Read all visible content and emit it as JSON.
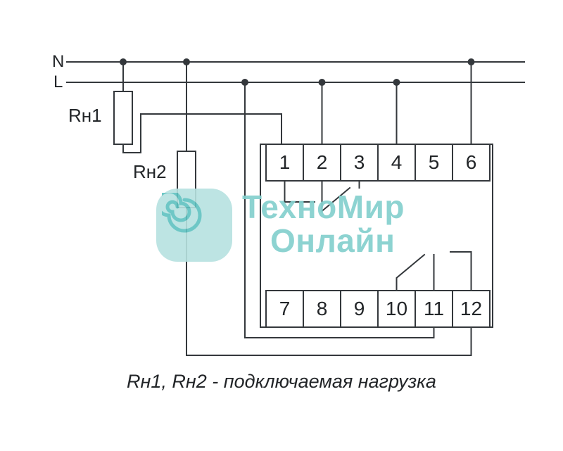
{
  "power": {
    "neutral_label": "N",
    "line_label": "L"
  },
  "loads": {
    "load1_label": "Rн1",
    "load2_label": "Rн2"
  },
  "device": {
    "top_terminals": [
      "1",
      "2",
      "3",
      "4",
      "5",
      "6"
    ],
    "bottom_terminals": [
      "7",
      "8",
      "9",
      "10",
      "11",
      "12"
    ]
  },
  "watermark": {
    "brand_line1": "ТехноМир",
    "brand_line2": "Онлайн"
  },
  "caption": "Rн1, Rн2 - подключаемая нагрузка",
  "colors": {
    "wire": "#34383c",
    "text": "#222528",
    "watermark_teal": "#84d0ce",
    "watermark_fill": "#b6e2e0",
    "watermark_spiral": "#5fc2c0"
  }
}
